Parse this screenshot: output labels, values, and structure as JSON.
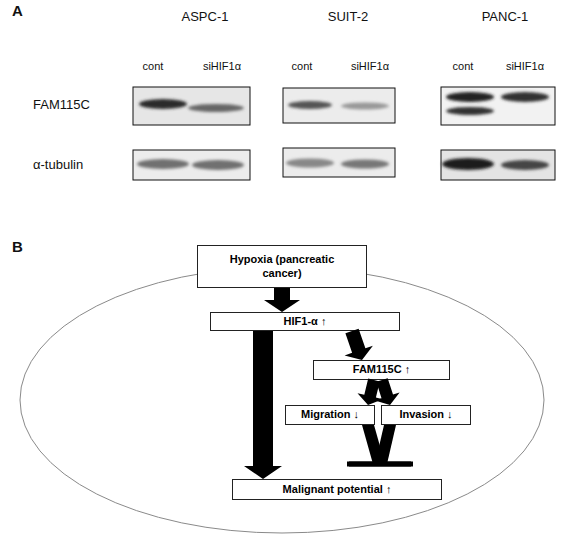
{
  "diagram": {
    "nodes": [
      {
        "text": [
          "Hypoxia (pancreatic cancer)"
        ]
      },
      {
        "text": [
          "HIF1-α ↑"
        ]
      },
      {
        "text": [
          "FAM115C ↑"
        ]
      },
      {
        "text": [
          "Migration ↓"
        ]
      },
      {
        "text": [
          "Invasion ↓"
        ]
      },
      {
        "text": [
          "Malignant potential ↑"
        ]
      }
    ],
    "edges": [
      {
        "from": 0,
        "to": 1,
        "arrow": "to"
      },
      {
        "from": 1,
        "to": 5,
        "arrow": "to"
      },
      {
        "from": 1,
        "to": 2,
        "arrow": "to"
      },
      {
        "from": 2,
        "to": 3,
        "arrow": "to"
      },
      {
        "from": 2,
        "to": 4,
        "arrow": "to"
      },
      {
        "from": 3,
        "to": 5,
        "arrow": "to"
      },
      {
        "from": 4,
        "to": 5,
        "arrow": "to"
      }
    ],
    "labels": [
      "A",
      "ASPC-1",
      "SUIT-2",
      "PANC-1",
      "cont",
      "siHIF1α",
      "cont",
      "siHIF1α",
      "cont",
      "siHIF1α",
      "FAM115C",
      "α-tubulin",
      "B"
    ]
  }
}
